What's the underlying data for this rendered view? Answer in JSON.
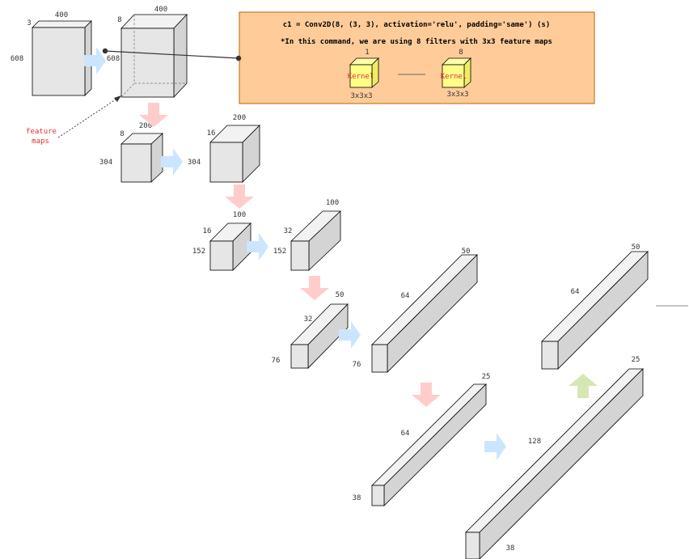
{
  "colors": {
    "box_front": "#e6e6e6",
    "box_top": "#f2f2f2",
    "box_side": "#d4d4d4",
    "box_stroke": "#000000",
    "arrow_blue": "#cce5ff",
    "arrow_red": "#ffcccc",
    "arrow_green": "#d5e8b4",
    "annotation_fill": "#ffcc99",
    "annotation_stroke": "#b46504",
    "kernel_fill": "#ffff88",
    "kernel_label": "#e03030"
  },
  "annotation": {
    "command": "c1 = Conv2D(8, (3, 3), activation='relu', padding='same') (s)",
    "note": "*In this command, we are using 8 filters with 3x3 feature maps",
    "kernels": [
      {
        "index": "1",
        "label": "Kernel",
        "dims": "3x3x3"
      },
      {
        "index": "8",
        "label": "Kernel",
        "dims": "3x3x3"
      }
    ]
  },
  "feature_maps_label": [
    "feature",
    "maps"
  ],
  "blocks": [
    {
      "id": "input",
      "labels": {
        "depth": "3",
        "width": "400",
        "height": "608"
      }
    },
    {
      "id": "conv1",
      "labels": {
        "depth": "8",
        "width": "400",
        "height": "608"
      }
    },
    {
      "id": "pool1",
      "labels": {
        "depth": "8",
        "width": "200",
        "height": "304"
      }
    },
    {
      "id": "conv2",
      "labels": {
        "depth": "16",
        "width": "200",
        "height": "304"
      }
    },
    {
      "id": "pool2",
      "labels": {
        "depth": "16",
        "width": "100",
        "height": "152"
      }
    },
    {
      "id": "conv3",
      "labels": {
        "depth": "32",
        "width": "100",
        "height": "152"
      }
    },
    {
      "id": "pool3",
      "labels": {
        "depth": "32",
        "width": "50",
        "height": "76"
      }
    },
    {
      "id": "conv4",
      "labels": {
        "depth": "64",
        "width": "50",
        "height": "76"
      }
    },
    {
      "id": "pool4",
      "labels": {
        "depth": "64",
        "width": "25",
        "height": "38"
      }
    },
    {
      "id": "conv5",
      "labels": {
        "depth": "128",
        "width": "25",
        "height": "38"
      }
    },
    {
      "id": "up1",
      "labels": {
        "depth": "64",
        "width": "50",
        "height": ""
      }
    }
  ],
  "arrows": [
    {
      "id": "arrow-conv-1",
      "kind": "conv",
      "direction": "right"
    },
    {
      "id": "arrow-pool-1",
      "kind": "pool",
      "direction": "down"
    },
    {
      "id": "arrow-conv-2",
      "kind": "conv",
      "direction": "right"
    },
    {
      "id": "arrow-pool-2",
      "kind": "pool",
      "direction": "down"
    },
    {
      "id": "arrow-conv-3",
      "kind": "conv",
      "direction": "right"
    },
    {
      "id": "arrow-pool-3",
      "kind": "pool",
      "direction": "down"
    },
    {
      "id": "arrow-conv-4",
      "kind": "conv",
      "direction": "right"
    },
    {
      "id": "arrow-pool-4",
      "kind": "pool",
      "direction": "down"
    },
    {
      "id": "arrow-conv-5",
      "kind": "conv",
      "direction": "right"
    },
    {
      "id": "arrow-up-1",
      "kind": "upsample",
      "direction": "up"
    }
  ]
}
